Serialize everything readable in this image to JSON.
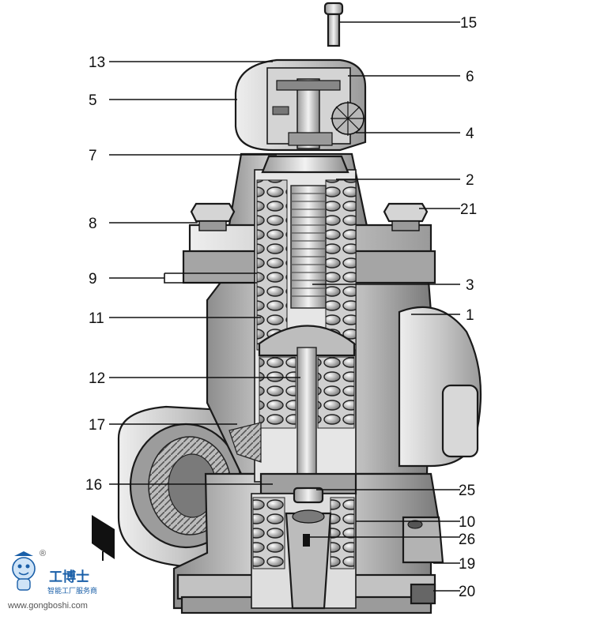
{
  "labels_left": [
    "13",
    "5",
    "7",
    "8",
    "9",
    "11",
    "12",
    "17",
    "16"
  ],
  "labels_right": [
    "15",
    "6",
    "4",
    "2",
    "21",
    "3",
    "1",
    "25",
    "10",
    "26",
    "19",
    "20"
  ],
  "watermark": {
    "brand": "工博士",
    "tagline": "智能工厂服务商",
    "url": "www.gongboshi.com",
    "registered": "®"
  },
  "colors": {
    "body_light": "#cfcfcf",
    "body_mid": "#a9a9a9",
    "body_dark": "#6e6e6e",
    "outline": "#1a1a1a",
    "brand_blue": "#1a5fa8"
  }
}
